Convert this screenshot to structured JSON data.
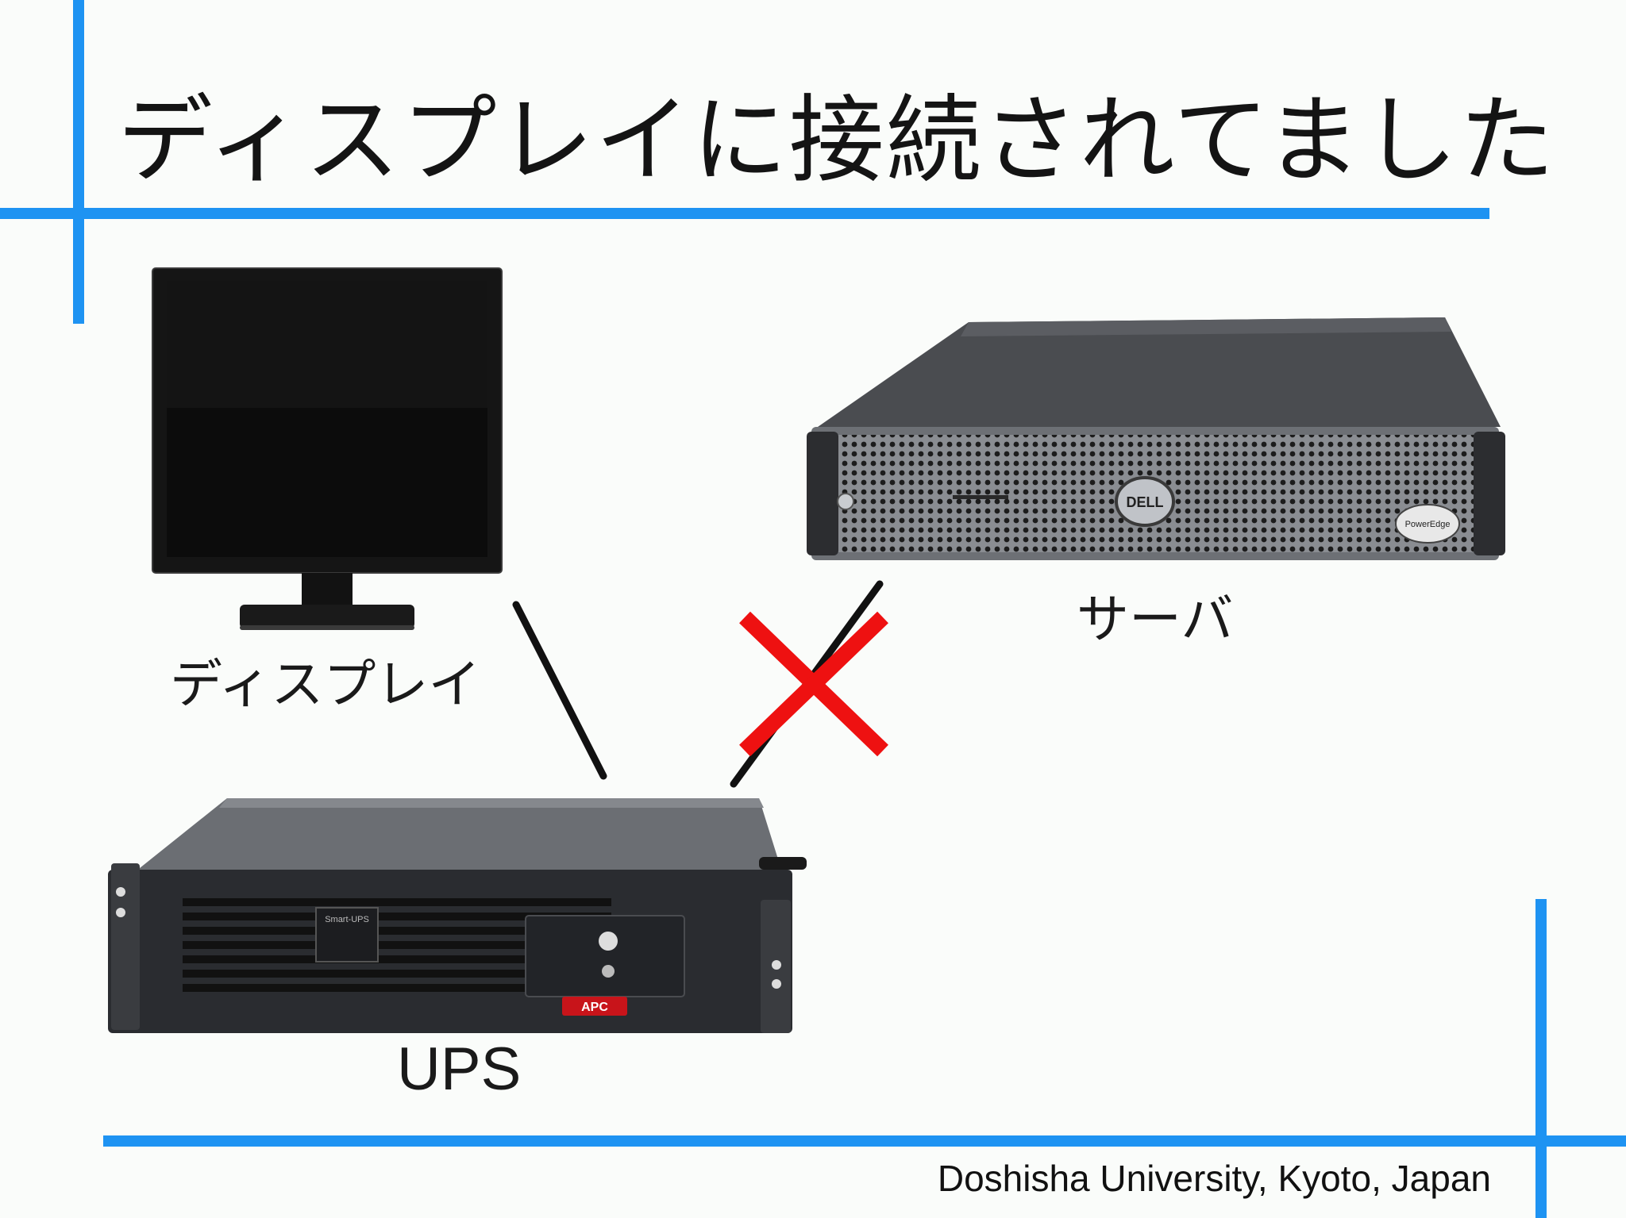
{
  "slide": {
    "title": "ディスプレイに接続されてました",
    "footer": "Doshisha University, Kyoto, Japan"
  },
  "devices": {
    "display": {
      "label": "ディスプレイ",
      "icon": "monitor-icon"
    },
    "server": {
      "label": "サーバ",
      "icon": "rack-server-icon",
      "brand_text": "DELL",
      "model_text": "PowerEdge"
    },
    "ups": {
      "label": "UPS",
      "icon": "rack-ups-icon",
      "brand_text": "APC",
      "panel_text": "Smart-UPS"
    }
  },
  "connections": [
    {
      "from": "display",
      "to": "ups",
      "status": "connected"
    },
    {
      "from": "server",
      "to": "ups",
      "status": "not-connected",
      "mark": "red-cross"
    }
  ],
  "colors": {
    "accent_blue": "#1e93f2",
    "cross_red": "#ee1111",
    "background": "#fafcfa"
  }
}
